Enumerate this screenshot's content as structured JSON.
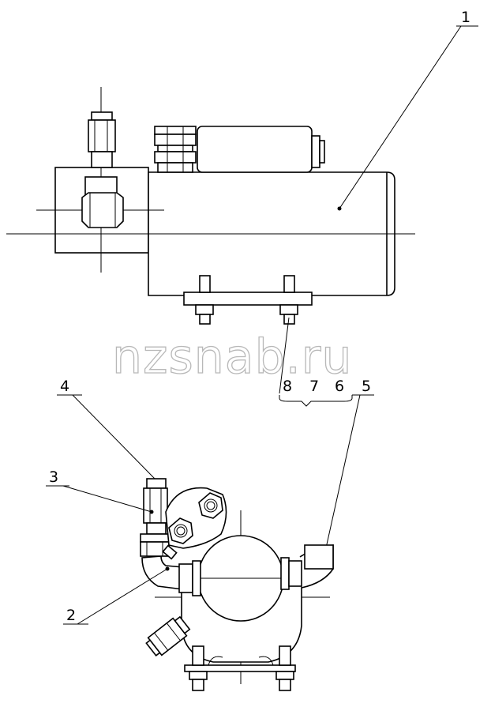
{
  "watermark": "nzsnab.ru",
  "callouts": {
    "c1": "1",
    "c2": "2",
    "c3": "3",
    "c4": "4",
    "c5": "5",
    "c6": "6",
    "c7": "7",
    "c8": "8"
  }
}
